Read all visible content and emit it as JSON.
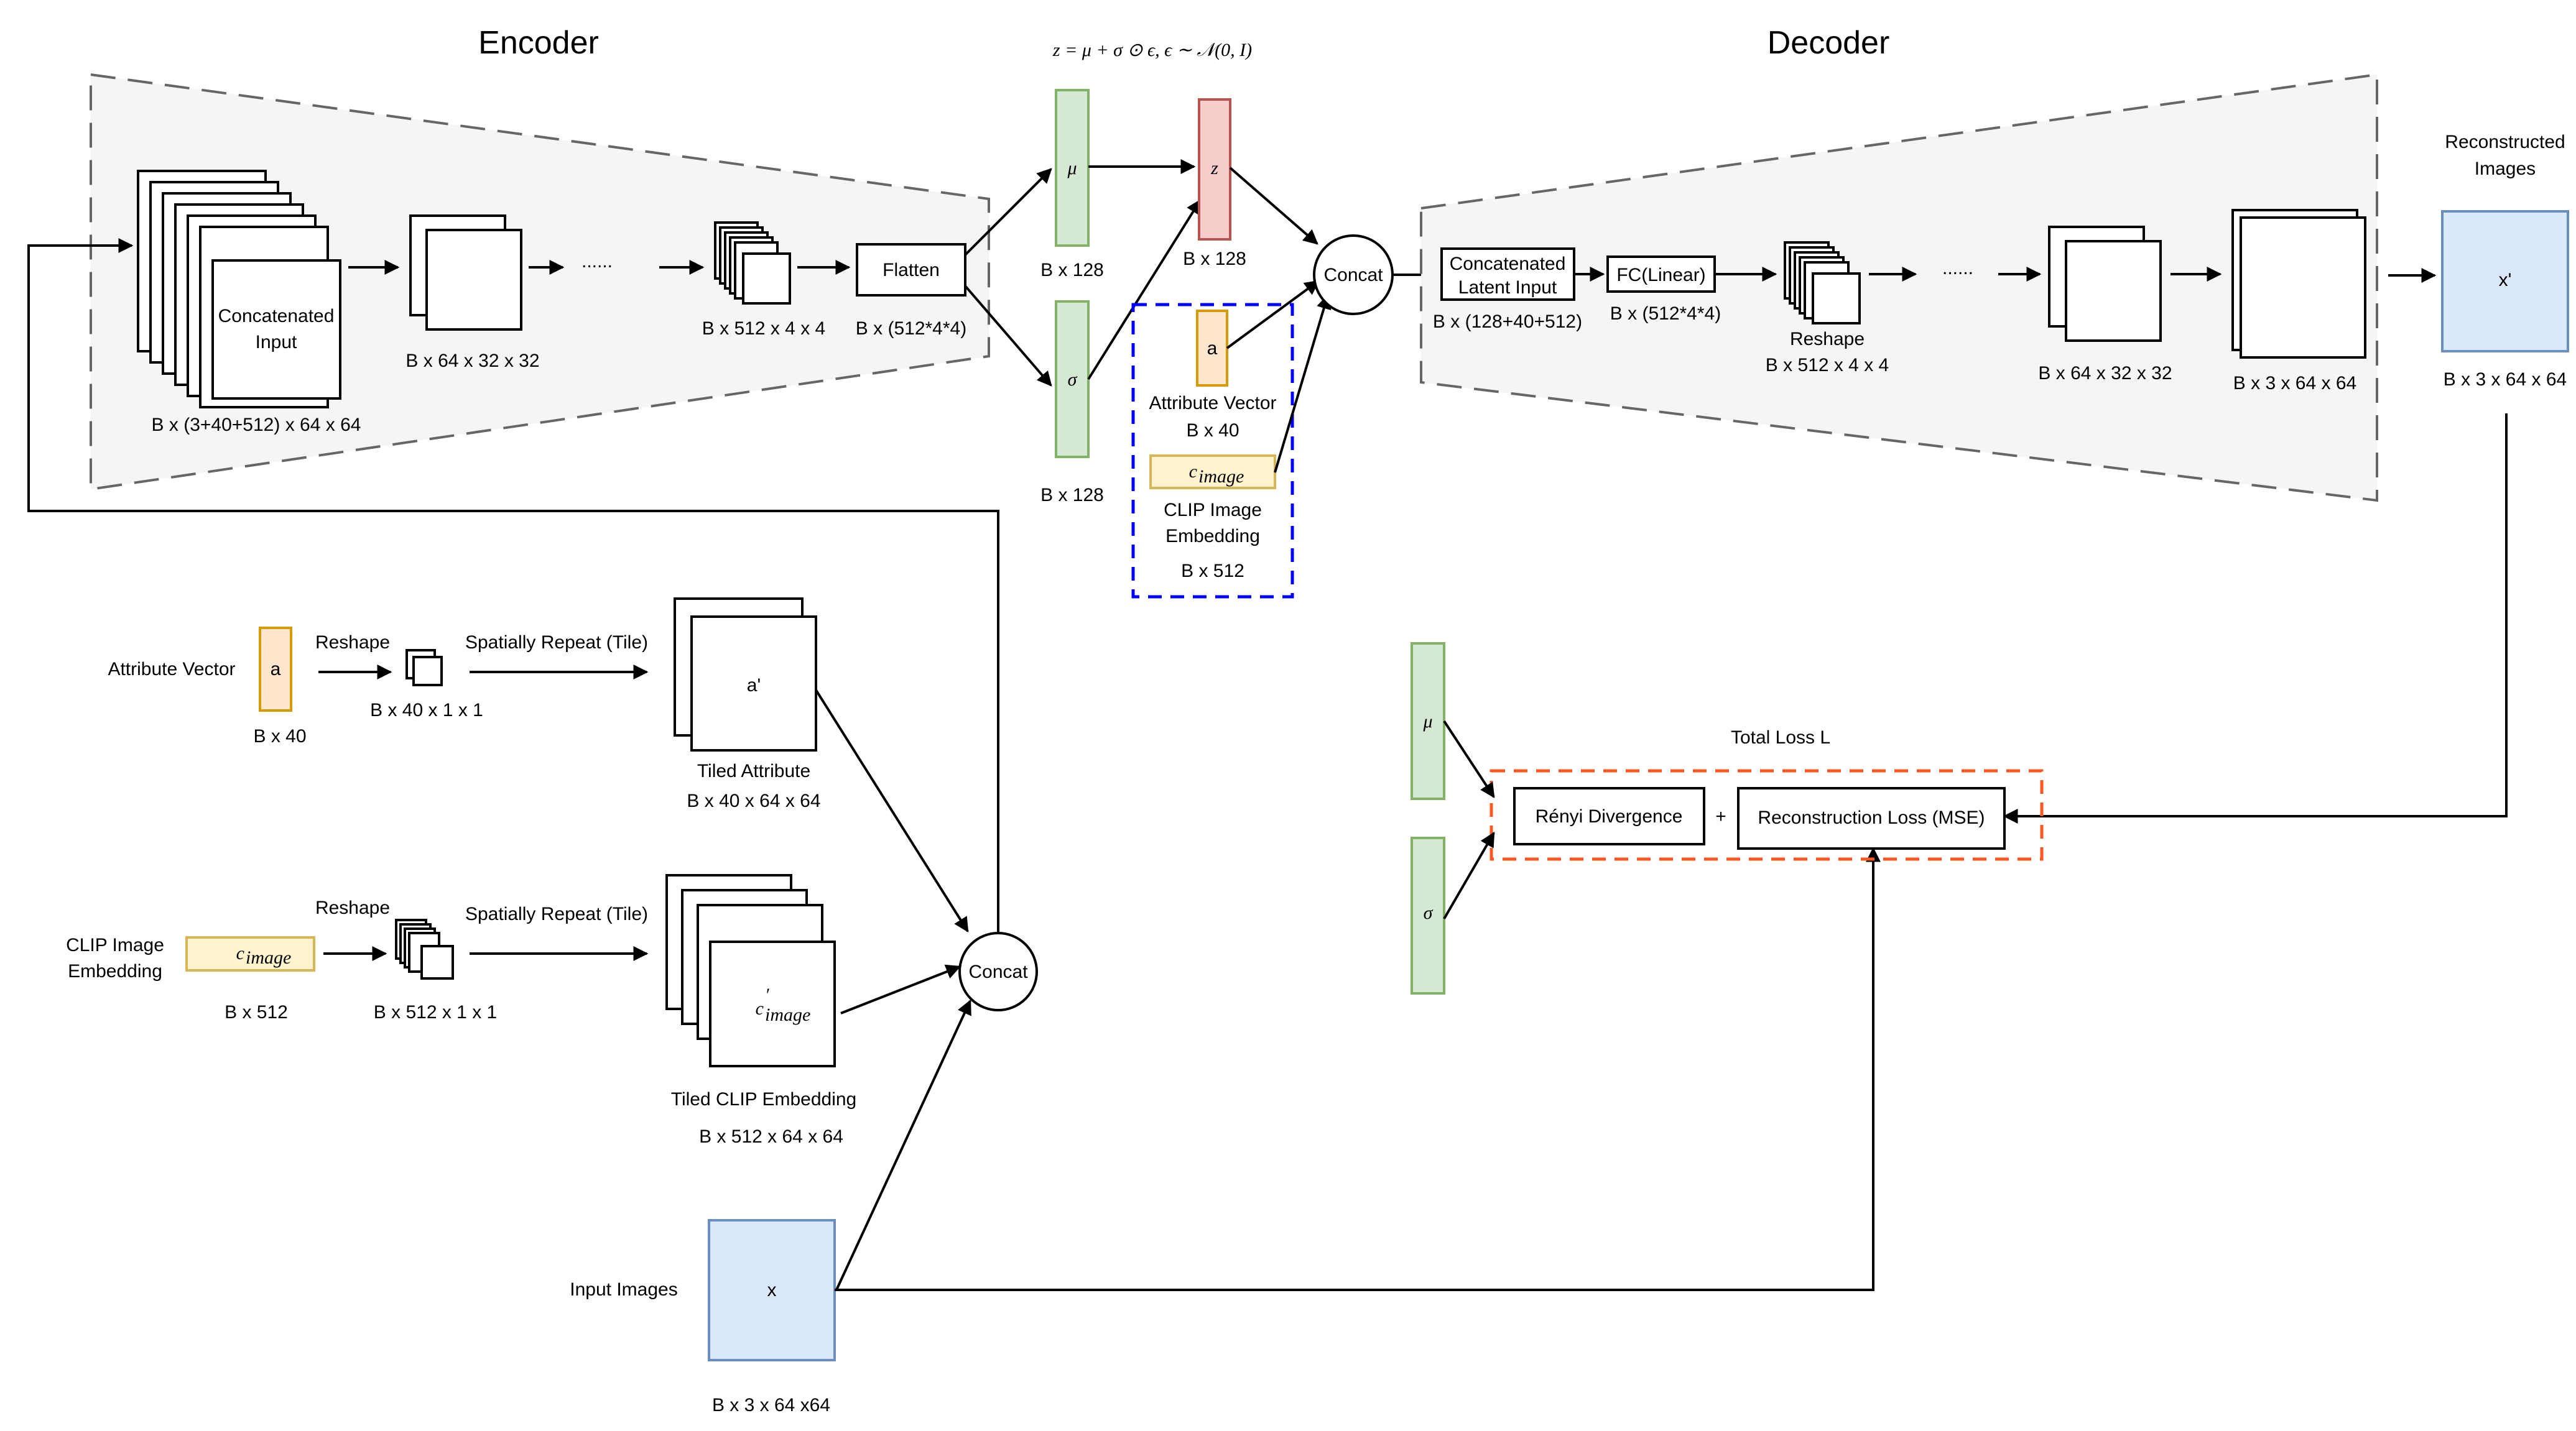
{
  "encoder": {
    "title": "Encoder",
    "concat_input_label": "Concatenated Input",
    "concat_input_shape": "B x (3+40+512) x 64 x 64",
    "conv1_shape": "B x 64 x 32 x 32",
    "dots": "......",
    "conv_last_shape": "B x 512 x 4 x 4",
    "flatten_label": "Flatten",
    "flatten_shape": "B x (512*4*4)"
  },
  "latent": {
    "reparam_formula": "z = μ + σ ⊙ ϵ,  ϵ ∼ 𝒩(0, I)",
    "mu_label": "μ",
    "mu_shape": "B x 128",
    "sigma_label": "σ",
    "sigma_shape": "B x 128",
    "z_label": "z",
    "z_shape": "B x 128",
    "attr_label": "a",
    "attr_name": "Attribute Vector",
    "attr_shape": "B x 40",
    "clip_label": "c",
    "clip_sub": "image",
    "clip_name_line1": "CLIP Image",
    "clip_name_line2": "Embedding",
    "clip_shape": "B x 512",
    "concat_label": "Concat"
  },
  "decoder": {
    "title": "Decoder",
    "concat_latent_line1": "Concatenated",
    "concat_latent_line2": "Latent Input",
    "concat_latent_shape": "B x (128+40+512)",
    "fc_label": "FC(Linear)",
    "fc_shape": "B x (512*4*4)",
    "reshape_label": "Reshape",
    "reshape_shape": "B x 512 x 4 x 4",
    "dots": "......",
    "deconv1_shape": "B x 64 x 32 x 32",
    "deconv_last_shape": "B x 3 x 64 x 64",
    "recon_title_line1": "Reconstructed",
    "recon_title_line2": "Images",
    "recon_label": "x'",
    "recon_shape": "B x 3 x 64 x 64"
  },
  "preprocess": {
    "attr_name": "Attribute Vector",
    "attr_label": "a",
    "attr_shape": "B x 40",
    "reshape1_label": "Reshape",
    "reshape1_shape": "B x 40 x 1 x 1",
    "tile1_label": "Spatially Repeat (Tile)",
    "tiled_attr_label": "a'",
    "tiled_attr_name": "Tiled Attribute",
    "tiled_attr_shape": "B x 40 x 64 x 64",
    "clip_name_line1": "CLIP Image",
    "clip_name_line2": "Embedding",
    "clip_label": "c",
    "clip_sub": "image",
    "clip_shape": "B x 512",
    "reshape2_label": "Reshape",
    "reshape2_shape": "B x 512 x 1 x 1",
    "tile2_label": "Spatially Repeat (Tile)",
    "tiled_clip_label": "c",
    "tiled_clip_sup": "′",
    "tiled_clip_sub": "image",
    "tiled_clip_name": "Tiled CLIP Embedding",
    "tiled_clip_shape": "B x 512 x 64 x 64",
    "concat_label": "Concat",
    "input_name": "Input Images",
    "input_label": "x",
    "input_shape": "B x 3 x 64 x64"
  },
  "loss": {
    "mu_label": "μ",
    "sigma_label": "σ",
    "title": "Total Loss L",
    "renyi_label": "Rényi Divergence",
    "plus": "+",
    "recon_loss_label": "Reconstruction Loss (MSE)"
  },
  "colors": {
    "green_fill": "#d5e8d4",
    "green_stroke": "#82b366",
    "red_fill": "#f8cecc",
    "red_stroke": "#b85450",
    "orange_fill": "#ffe6cc",
    "orange_stroke": "#d79b00",
    "yellow_fill": "#fff2cc",
    "yellow_stroke": "#d6b656",
    "blue_fill": "#dae8fc",
    "blue_stroke": "#6c8ebf",
    "trap_fill": "#f5f5f5",
    "trap_stroke": "#666666",
    "dashed_blue": "#0000ff",
    "dashed_orange": "#ff5722"
  }
}
